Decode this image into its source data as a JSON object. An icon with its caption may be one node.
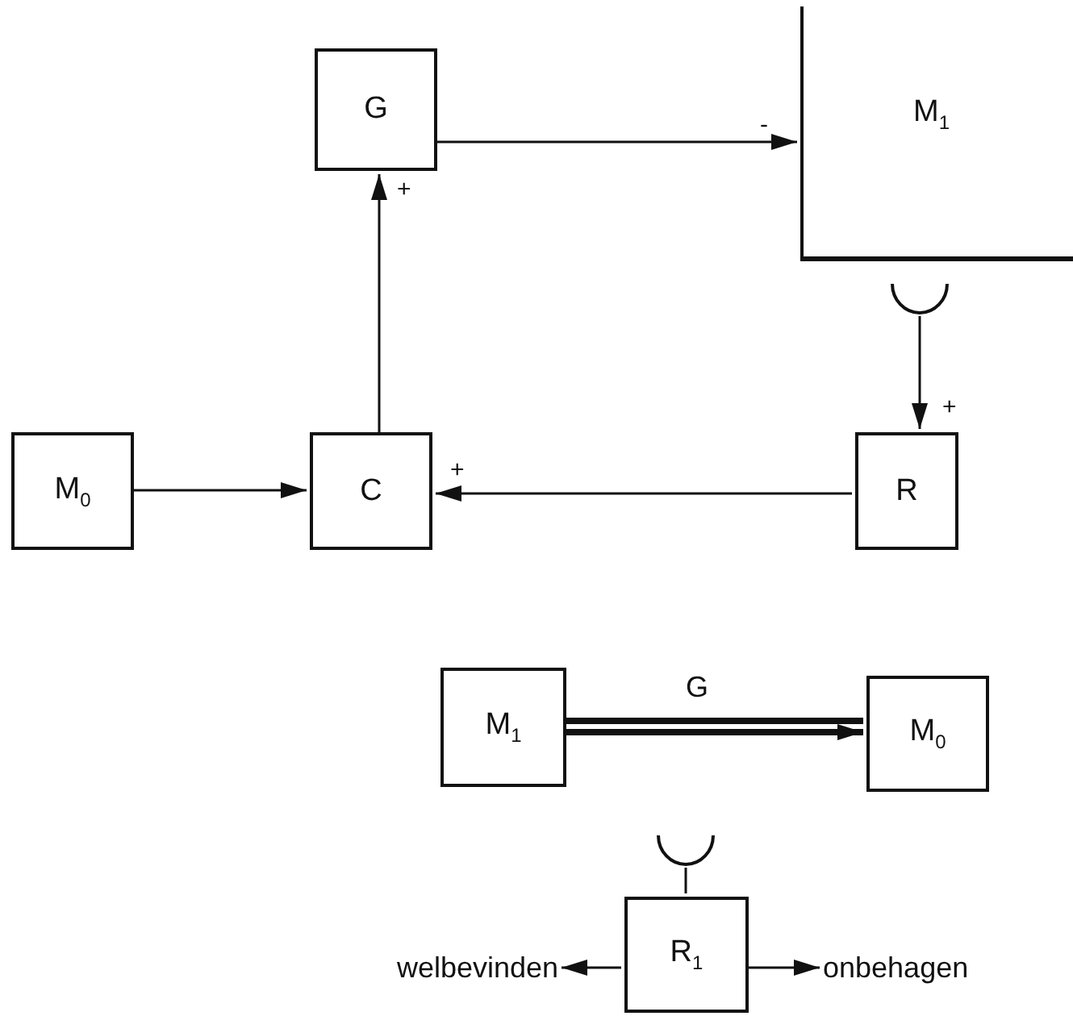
{
  "diagram": {
    "nodes": [
      {
        "text": [
          "G"
        ]
      },
      {
        "text": [
          "M$_{1}$"
        ]
      },
      {
        "text": [],
        "shape": "cup"
      },
      {
        "text": [
          "M$_{0}$"
        ]
      },
      {
        "text": [
          "C"
        ]
      },
      {
        "text": [
          "R"
        ]
      },
      {
        "text": [
          "M$_{1}$"
        ]
      },
      {
        "text": [
          "M$_{0}$"
        ]
      },
      {
        "text": [],
        "shape": "cup"
      },
      {
        "text": [
          "welbevinden"
        ]
      },
      {
        "text": [
          "R$_{1}$"
        ]
      },
      {
        "text": [
          "onbehagen"
        ]
      }
    ],
    "edges": [
      {
        "from": 0,
        "to": 1,
        "arrow": "to",
        "label": "-"
      },
      {
        "from": 4,
        "to": 0,
        "arrow": "to",
        "label": "+"
      },
      {
        "from": 2,
        "to": 5,
        "arrow": "to",
        "label": "+"
      },
      {
        "from": 3,
        "to": 4,
        "arrow": "to"
      },
      {
        "from": 5,
        "to": 4,
        "arrow": "to",
        "label": "+"
      },
      {
        "from": 6,
        "to": 7,
        "arrow": "to",
        "label": "G",
        "style": "thick"
      },
      {
        "from": 8,
        "to": 10,
        "arrow": "none"
      },
      {
        "from": 10,
        "to": 9,
        "arrow": "to"
      },
      {
        "from": 10,
        "to": 11,
        "arrow": "to"
      }
    ]
  }
}
